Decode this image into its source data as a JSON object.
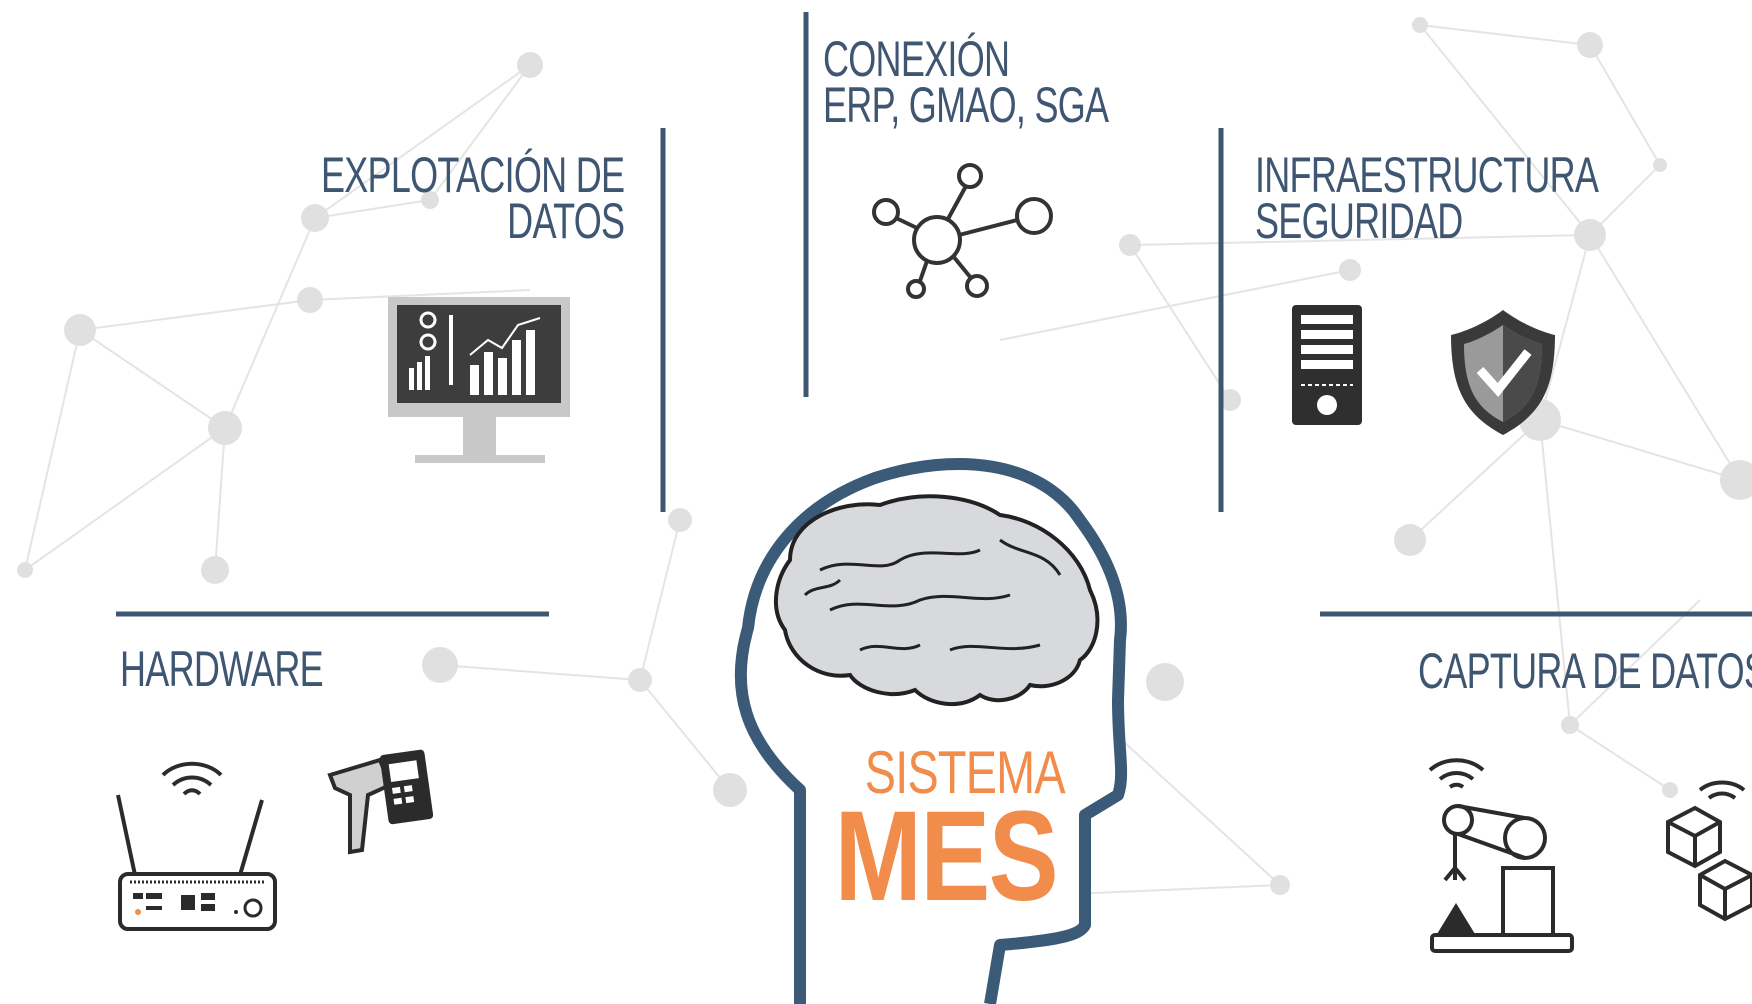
{
  "labels": {
    "explotacion_line1": "EXPLOTACIÓN DE",
    "explotacion_line2": "DATOS",
    "conexion_line1": "CONEXIÓN",
    "conexion_line2": "ERP, GMAO, SGA",
    "infraestructura_line1": "INFRAESTRUCTURA",
    "infraestructura_line2": "SEGURIDAD",
    "hardware": "HARDWARE",
    "captura": "CAPTURA DE DATOS",
    "sistema": "SISTEMA",
    "mes": "MES"
  },
  "colors": {
    "title_blue": "#3f5672",
    "accent_orange": "#f28c4b",
    "head_outline": "#3b5a78",
    "network_grey": "#d9d9d9",
    "icon_dark": "#2b2b2b",
    "monitor_grey": "#c8c8c8"
  },
  "icons": [
    "dashboard-monitor-icon",
    "network-hub-icon",
    "server-tower-icon",
    "security-shield-icon",
    "wifi-router-icon",
    "barcode-scanner-icon",
    "robot-arm-icon",
    "connected-cubes-icon",
    "brain-icon"
  ]
}
